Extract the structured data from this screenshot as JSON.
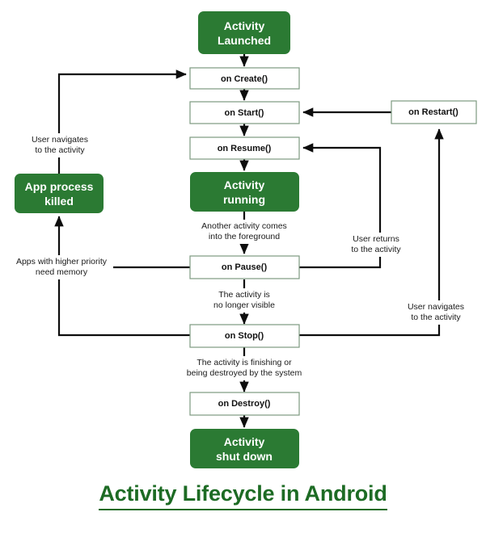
{
  "diagram": {
    "title": "Activity Lifecycle in Android",
    "colors": {
      "green_fill": "#2b7a33",
      "green_text": "#1d6b24",
      "box_border": "#7d9a80",
      "arrow": "#0d0d0d",
      "white": "#ffffff"
    },
    "nodes": [
      {
        "id": "activity-launched",
        "label_line1": "Activity",
        "label_line2": "Launched",
        "style": "green-rounded"
      },
      {
        "id": "on-create",
        "label": "on Create()",
        "style": "plain-box"
      },
      {
        "id": "on-start",
        "label": "on Start()",
        "style": "plain-box"
      },
      {
        "id": "on-resume",
        "label": "on Resume()",
        "style": "plain-box"
      },
      {
        "id": "activity-running",
        "label_line1": "Activity",
        "label_line2": "running",
        "style": "green-rounded"
      },
      {
        "id": "on-pause",
        "label": "on Pause()",
        "style": "plain-box"
      },
      {
        "id": "on-stop",
        "label": "on Stop()",
        "style": "plain-box"
      },
      {
        "id": "on-destroy",
        "label": "on Destroy()",
        "style": "plain-box"
      },
      {
        "id": "activity-shut-down",
        "label_line1": "Activity",
        "label_line2": "shut down",
        "style": "green-rounded"
      },
      {
        "id": "on-restart",
        "label": "on Restart()",
        "style": "plain-box"
      },
      {
        "id": "app-process-killed",
        "label_line1": "App process",
        "label_line2": "killed",
        "style": "green-rounded"
      }
    ],
    "edge_labels": {
      "another_activity_l1": "Another activity comes",
      "another_activity_l2": "into the foreground",
      "no_longer_visible_l1": "The activity is",
      "no_longer_visible_l2": "no longer visible",
      "finishing_l1": "The activity is finishing or",
      "finishing_l2": "being destroyed by the system",
      "user_returns_l1": "User returns",
      "user_returns_l2": "to the activity",
      "user_navigates_right_l1": "User navigates",
      "user_navigates_right_l2": "to the activity",
      "user_navigates_left_l1": "User navigates",
      "user_navigates_left_l2": "to the activity",
      "higher_priority_l1": "Apps with higher priority",
      "higher_priority_l2": "need memory"
    }
  }
}
